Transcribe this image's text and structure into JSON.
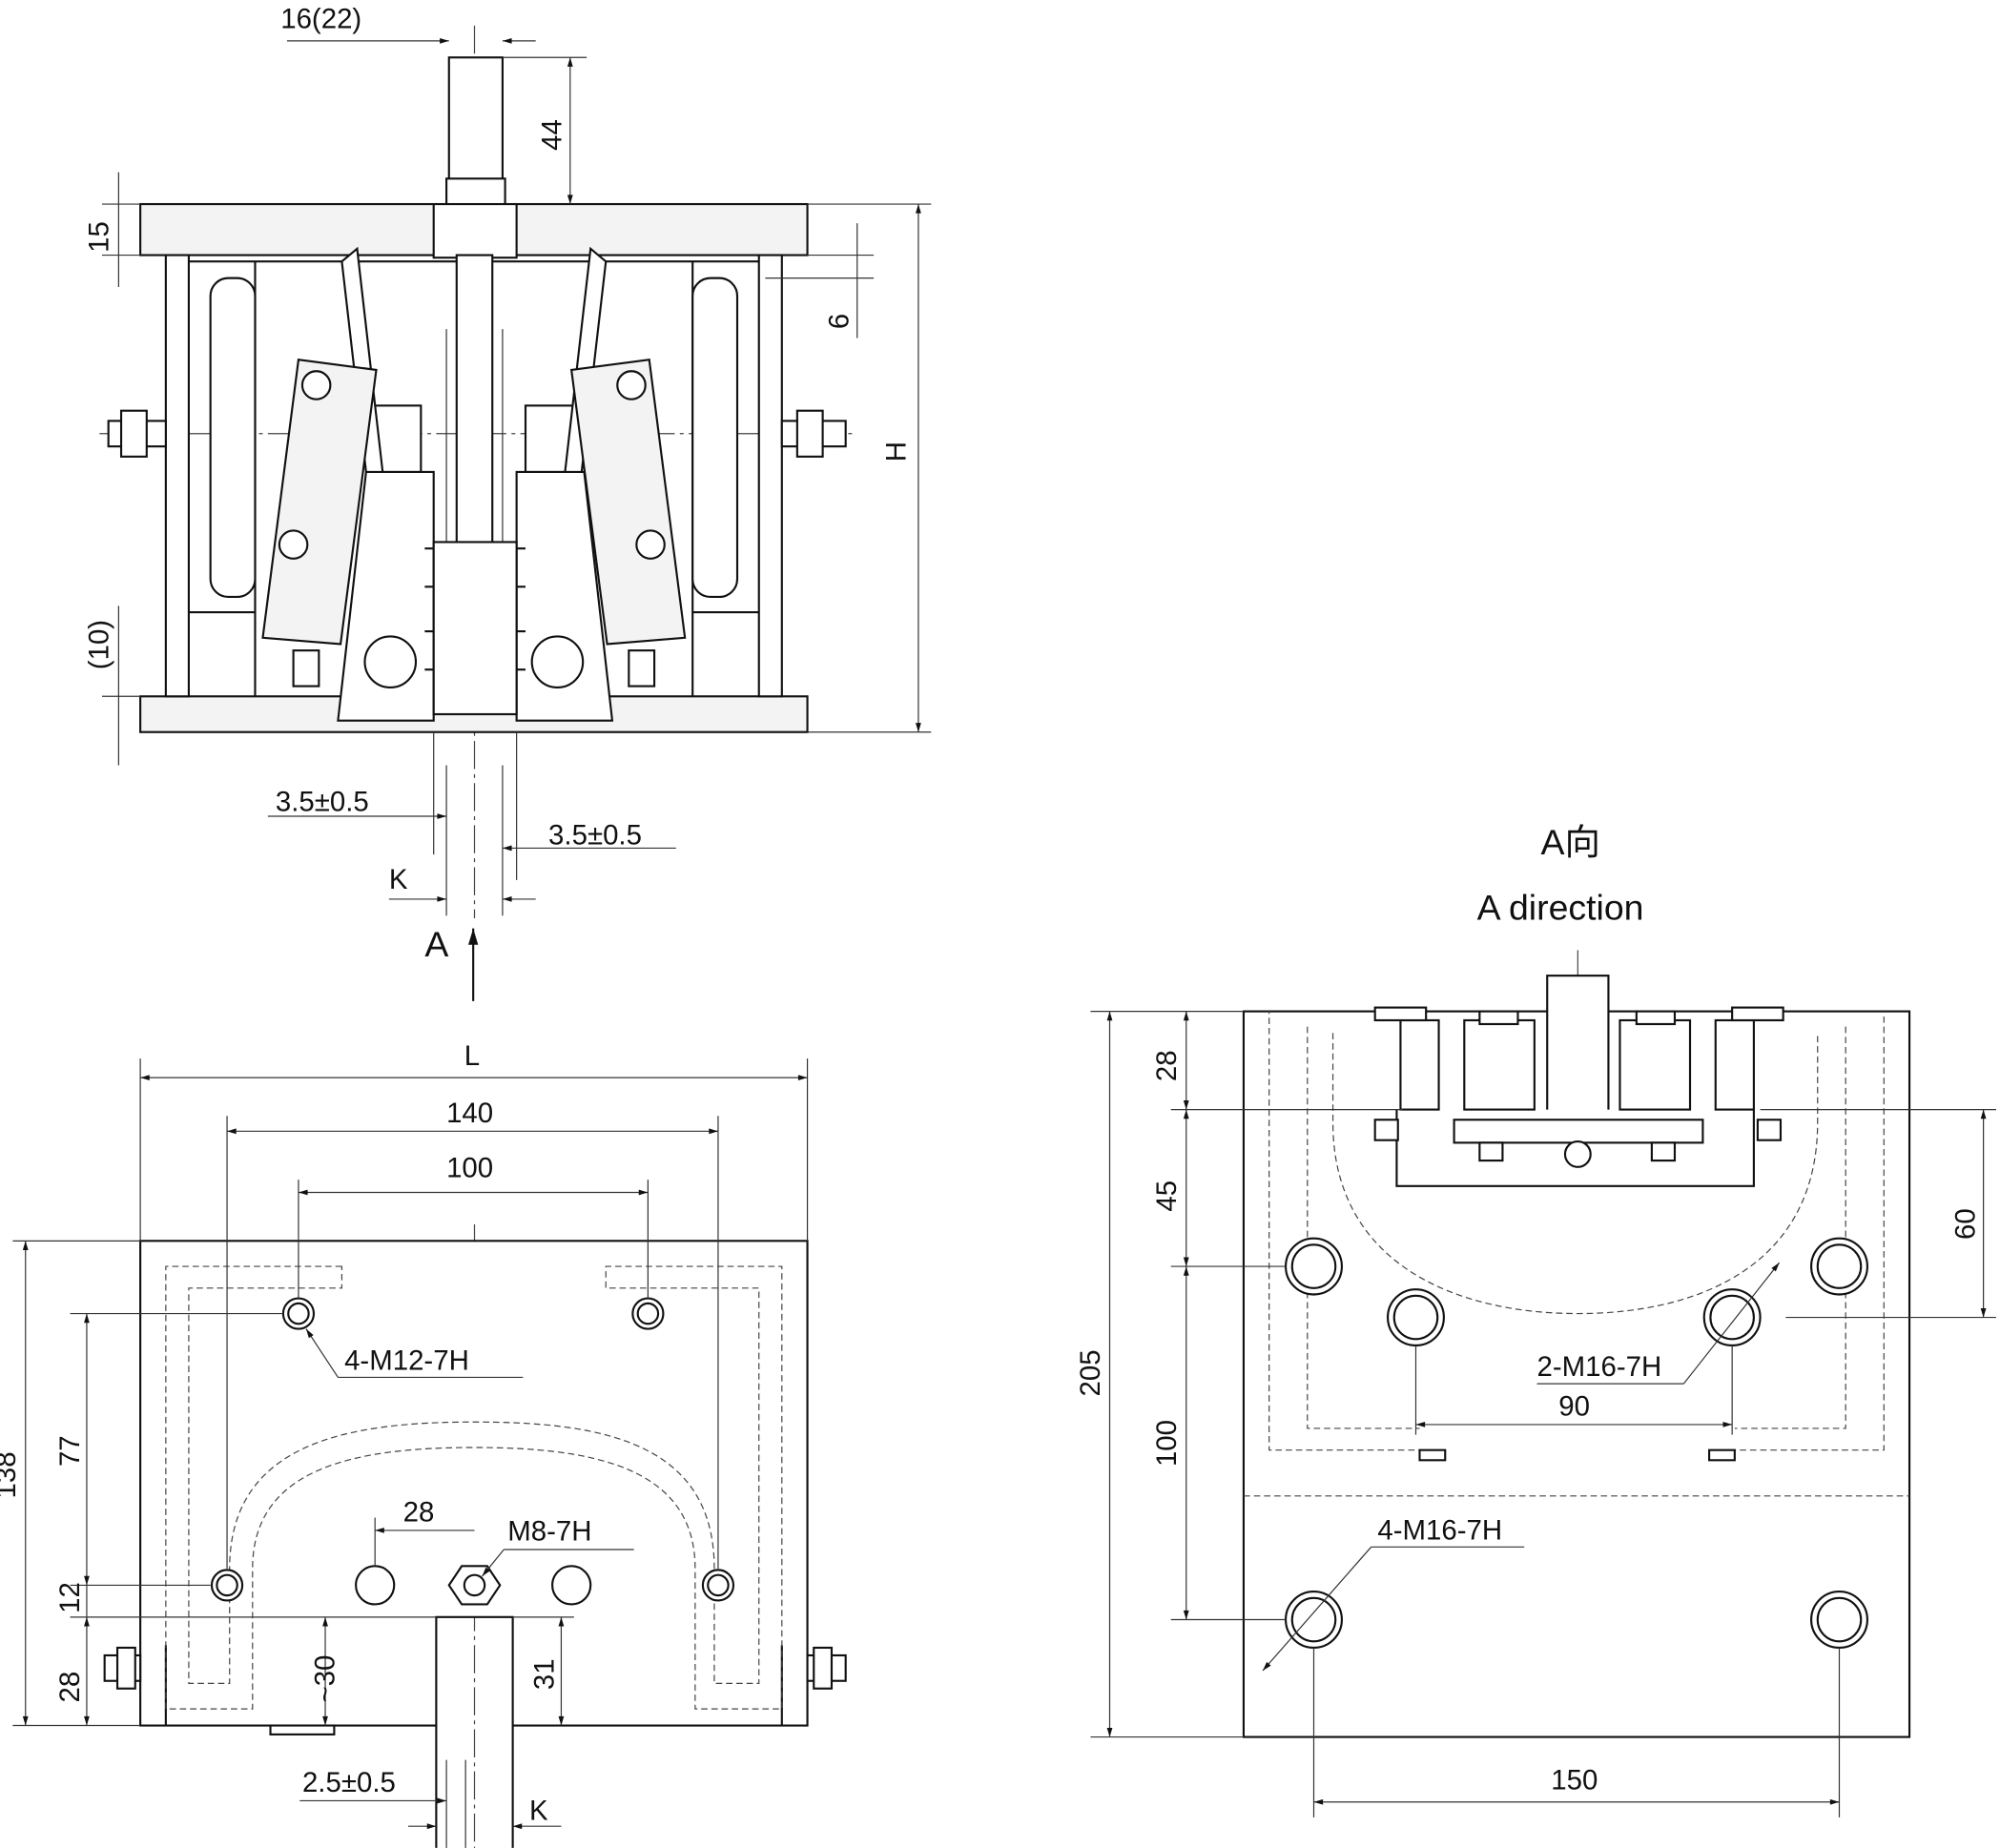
{
  "front_view": {
    "dim_top_width": "16(22)",
    "dim_stud_height": "44",
    "dim_top_plate": "15",
    "dim_gap": "6",
    "dim_height": "H",
    "dim_bottom": "(10)",
    "dim_clearance_left": "3.5±0.5",
    "dim_clearance_right": "3.5±0.5",
    "dim_rail": "K",
    "view_arrow": "A"
  },
  "plan_view": {
    "dim_length": "L",
    "dim_140": "140",
    "dim_100": "100",
    "dim_138": "138",
    "dim_77": "77",
    "dim_12": "12",
    "dim_28_left": "28",
    "dim_28_center": "28",
    "dim_approx_30": "~30",
    "dim_31": "31",
    "dim_clearance": "2.5±0.5",
    "dim_rail": "K",
    "thread_4m12": "4-M12-7H",
    "thread_m8": "M8-7H"
  },
  "a_view": {
    "title_cn": "A向",
    "title_en": "A direction",
    "dim_205": "205",
    "dim_28": "28",
    "dim_45": "45",
    "dim_100": "100",
    "dim_60": "60",
    "dim_90": "90",
    "dim_150": "150",
    "thread_2m16": "2-M16-7H",
    "thread_4m16": "4-M16-7H"
  }
}
